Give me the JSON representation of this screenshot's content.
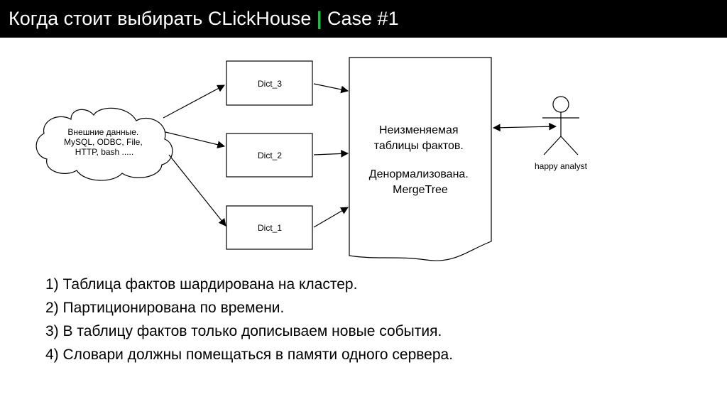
{
  "title": {
    "main": "Когда стоит выбирать CLickHouse",
    "separator": "|",
    "case": "Case #1"
  },
  "diagram": {
    "cloud_lines": [
      "Внешние данные.",
      "MySQL, ODBC, File,",
      "HTTP, bash ....."
    ],
    "dicts": [
      "Dict_3",
      "Dict_2",
      "Dict_1"
    ],
    "fact_table_lines": [
      "Неизменяемая",
      "таблицы фактов.",
      "",
      "Денормализована.",
      "MergeTree"
    ],
    "actor_label": "happy analyst"
  },
  "notes": [
    "1) Таблица фактов шардирована на кластер.",
    "2) Партиционирована по времени.",
    "3) В таблицу фактов только дописываем новые события.",
    "4) Словари должны помещаться в памяти одного сервера."
  ],
  "colors": {
    "title_background": "#000000",
    "title_text": "#ffffff",
    "separator": "#2eb84a"
  }
}
